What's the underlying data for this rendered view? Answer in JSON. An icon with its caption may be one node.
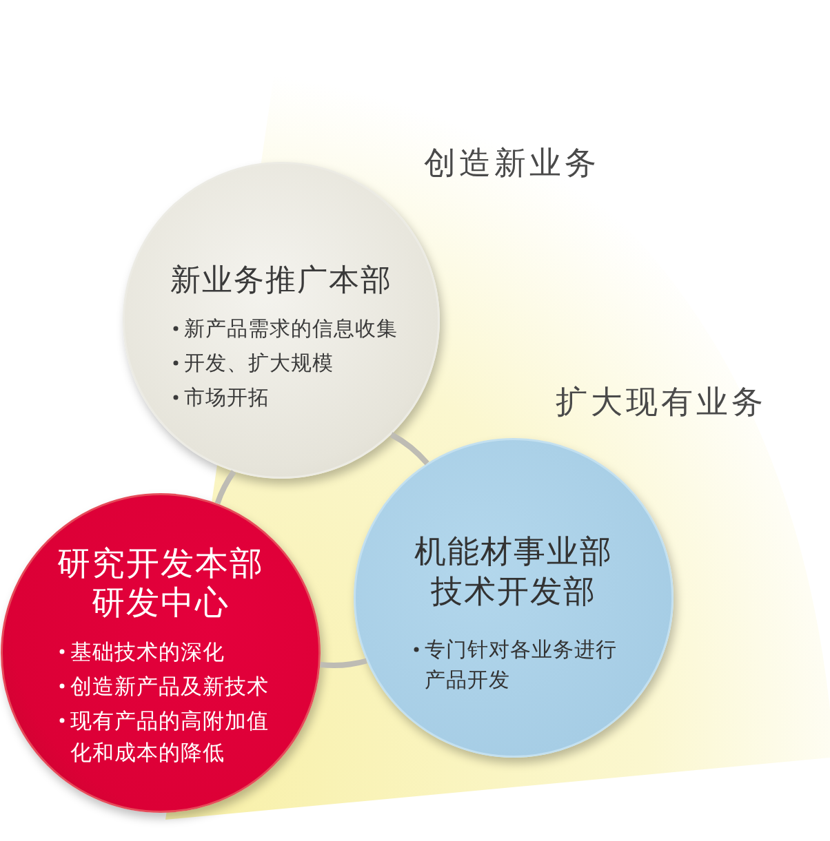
{
  "diagram": {
    "nodes": [
      {
        "text": [
          "新业务推广本部",
          "新产品需求的信息收集",
          "开发、扩大规模",
          "市场开拓"
        ]
      },
      {
        "text": [
          "研究开发本部研发中心",
          "基础技术的深化",
          "创造新产品及新技术",
          "现有产品的高附加值化和成本的降低"
        ]
      },
      {
        "text": [
          "机能材事业部技术开发部",
          "专门针对各业务进行产品开发"
        ]
      }
    ],
    "edges": [
      {
        "from": 1,
        "to": 0,
        "arrow": "none"
      },
      {
        "from": 0,
        "to": 2,
        "arrow": "none"
      },
      {
        "from": 2,
        "to": 1,
        "arrow": "none"
      }
    ],
    "labels": [
      "创造新业务",
      "扩大现有业务"
    ]
  }
}
